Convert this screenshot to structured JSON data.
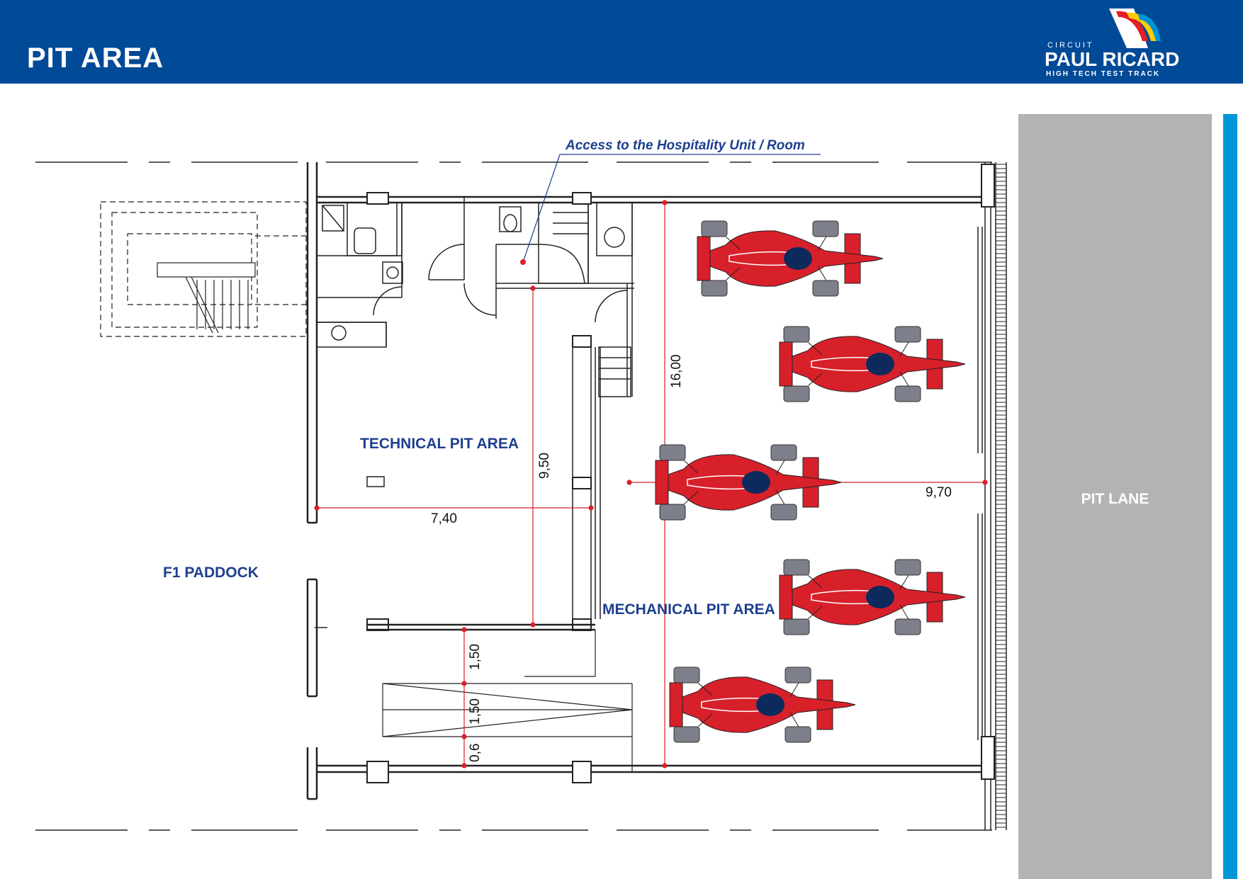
{
  "header": {
    "title": "PIT AREA",
    "logo": {
      "circuit": "CIRCUIT",
      "name": "PAUL RICARD",
      "tagline": "HIGH TECH TEST TRACK"
    }
  },
  "labels": {
    "access": "Access to the Hospitality Unit / Room",
    "technical": "TECHNICAL PIT AREA",
    "mechanical": "MECHANICAL PIT AREA",
    "paddock": "F1 PADDOCK",
    "pit_lane": "PIT LANE"
  },
  "dimensions": {
    "technical_width": "7,40",
    "technical_depth": "9,50",
    "garage_depth": "16,00",
    "car_to_front": "9,70",
    "lower_1": "1,50",
    "lower_2": "1,50",
    "lower_3": "0,6"
  },
  "colors": {
    "header": "#004a97",
    "label_blue": "#1e3f8f",
    "car_red": "#d8202a",
    "pit_lane_grey": "#b3b3b4",
    "accent": "#0095d9",
    "dimension_red": "#d8202a"
  },
  "cars": {
    "count": 5
  }
}
